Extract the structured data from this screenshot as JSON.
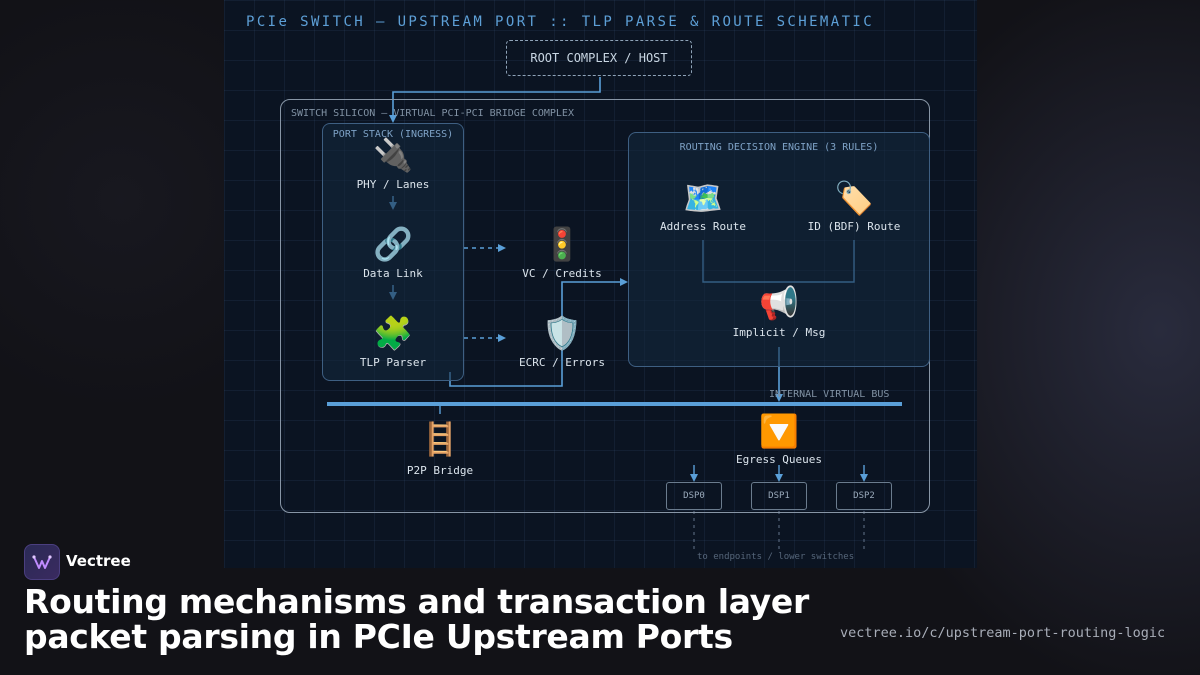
{
  "diagram": {
    "title": "PCIe SWITCH — UPSTREAM PORT :: TLP PARSE & ROUTE SCHEMATIC",
    "host_label": "ROOT COMPLEX / HOST",
    "switch_label": "SWITCH SILICON — VIRTUAL PCI-PCI BRIDGE COMPLEX",
    "port_stack": {
      "label": "PORT STACK (INGRESS)",
      "nodes": [
        {
          "label": "PHY / Lanes",
          "icon": "plug-icon",
          "glyph": "🔌"
        },
        {
          "label": "Data Link",
          "icon": "link-icon",
          "glyph": "🔗"
        },
        {
          "label": "TLP Parser",
          "icon": "puzzle-icon",
          "glyph": "🧩"
        }
      ]
    },
    "side_nodes": [
      {
        "label": "VC / Credits",
        "icon": "traffic-light-icon",
        "glyph": "🚦"
      },
      {
        "label": "ECRC / Errors",
        "icon": "shield-icon",
        "glyph": "🛡️"
      }
    ],
    "engine": {
      "label": "ROUTING DECISION ENGINE (3 RULES)",
      "rules": [
        {
          "label": "Address Route",
          "icon": "map-icon",
          "glyph": "🗺️"
        },
        {
          "label": "ID (BDF) Route",
          "icon": "tag-icon",
          "glyph": "🏷️"
        },
        {
          "label": "Implicit / Msg",
          "icon": "megaphone-icon",
          "glyph": "📢"
        }
      ]
    },
    "bus_label": "INTERNAL VIRTUAL BUS",
    "p2p": {
      "label": "P2P Bridge",
      "icon": "ladder-icon",
      "glyph": "🪜"
    },
    "egress": {
      "label": "Egress Queues",
      "icon": "down-arrow-icon",
      "glyph": "🔽"
    },
    "dsp_ports": [
      "DSP0",
      "DSP1",
      "DSP2"
    ],
    "footer_note": "to endpoints / lower switches",
    "colors": {
      "accent": "#5a9fd8",
      "panel_bg": "#0b1422",
      "box_border": "#3e5f82"
    }
  },
  "brand": {
    "name": "Vectree",
    "icon": "vectree-logo-icon"
  },
  "headline": "Routing mechanisms and transaction layer packet parsing in PCIe Upstream Ports",
  "url": "vectree.io/c/upstream-port-routing-logic"
}
